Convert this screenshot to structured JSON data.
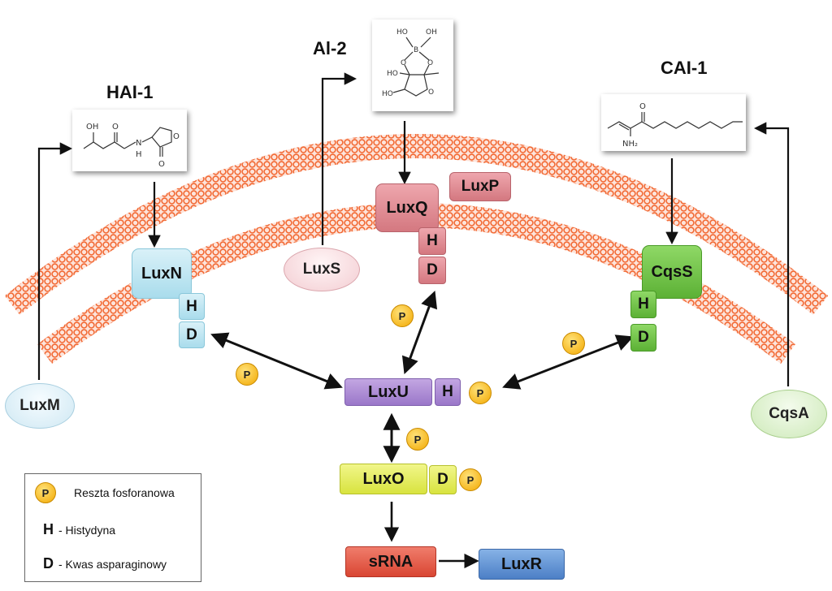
{
  "signals": {
    "hai1": "HAI-1",
    "ai2": "Al-2",
    "cai1": "CAI-1"
  },
  "synthases": {
    "luxm": "LuxM",
    "luxs": "LuxS",
    "cqsa": "CqsA"
  },
  "receptors": {
    "luxn": "LuxN",
    "luxq": "LuxQ",
    "luxp": "LuxP",
    "cqss": "CqsS"
  },
  "domains": {
    "h": "H",
    "d": "D"
  },
  "cascade": {
    "luxu": "LuxU",
    "luxo": "LuxO",
    "srna": "sRNA",
    "luxr": "LuxR"
  },
  "phosphate": "P",
  "chemistry": {
    "hai1_atoms": {
      "oh": "OH",
      "o1": "O",
      "o2": "O",
      "n": "N",
      "h": "H"
    },
    "ai2_atoms": {
      "ho1": "HO",
      "oh1": "OH",
      "b": "B",
      "o1": "O",
      "o2": "O",
      "ho2": "HO",
      "ho3": "HO",
      "o3": "O"
    },
    "cai1_atoms": {
      "o": "O",
      "nh2": "NH₂"
    }
  },
  "legend": {
    "p_symbol": "P",
    "p_text": "Reszta fosforanowa",
    "h_symbol": "H",
    "h_text": "- Histydyna",
    "d_symbol": "D",
    "d_text": "- Kwas asparaginowy"
  },
  "colors": {
    "membrane": "#f26b35",
    "luxn_blue": "#a9dcec",
    "luxq_pink": "#d47880",
    "cqss_green": "#5cb135",
    "luxu_purple": "#9a77c9",
    "luxo_yellow": "#d8e33f",
    "srna_red": "#d94633",
    "luxr_blue": "#4c7fc6",
    "phosphate_orange": "#f2a800"
  }
}
